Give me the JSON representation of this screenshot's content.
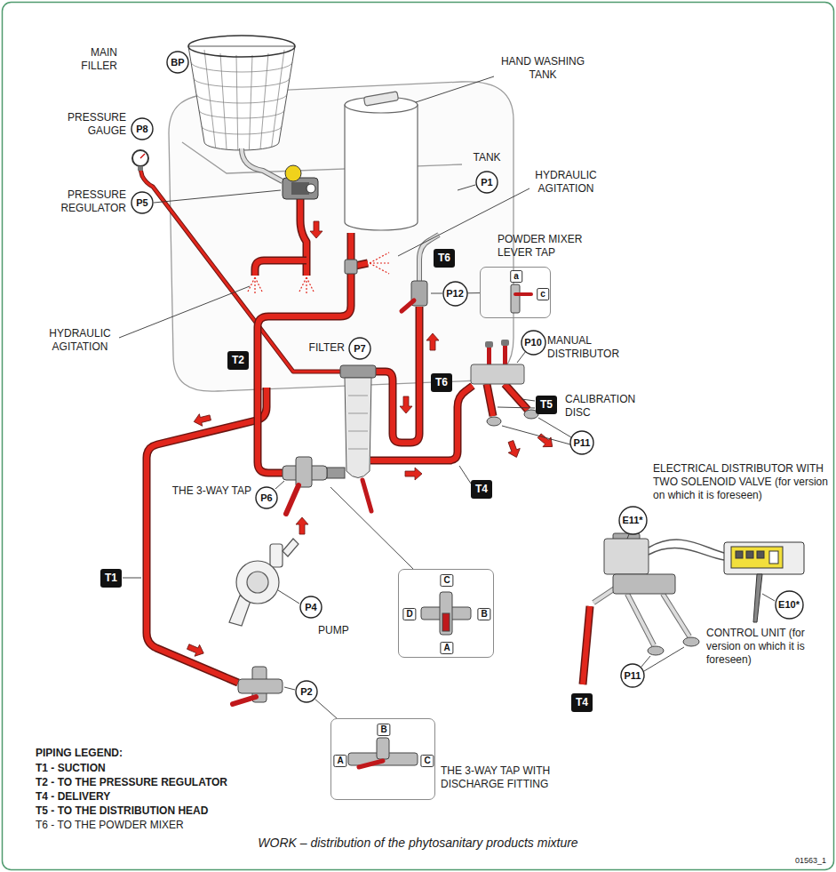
{
  "diagram": {
    "caption": "WORK – distribution of the phytosanitary products mixture",
    "nodes": [
      {
        "text": [
          "BP"
        ]
      },
      {
        "text": [
          "P8"
        ]
      },
      {
        "text": [
          "P1"
        ]
      },
      {
        "text": [
          "P5"
        ]
      },
      {
        "text": [
          "T6"
        ]
      },
      {
        "text": [
          "P12"
        ]
      },
      {
        "text": [
          "a",
          "c"
        ]
      },
      {
        "text": [
          "T6"
        ]
      },
      {
        "text": [
          "T2"
        ]
      },
      {
        "text": [
          "P7"
        ]
      },
      {
        "text": [
          "P10"
        ]
      },
      {
        "text": [
          "T5"
        ]
      },
      {
        "text": [
          "P11"
        ]
      },
      {
        "text": [
          "P6"
        ]
      },
      {
        "text": [
          "T4"
        ]
      },
      {
        "text": [
          "E11*"
        ]
      },
      {
        "text": [
          "E10*"
        ]
      },
      {
        "text": [
          "C",
          "D",
          "B",
          "A"
        ]
      },
      {
        "text": [
          "T1"
        ]
      },
      {
        "text": [
          "P4"
        ]
      },
      {
        "text": [
          "P11"
        ]
      },
      {
        "text": [
          "T4"
        ]
      },
      {
        "text": [
          "P2"
        ]
      },
      {
        "text": [
          "B",
          "A",
          "C"
        ]
      }
    ],
    "edges": [
      {
        "from": 5,
        "to": 6,
        "arrow": "none"
      },
      {
        "from": 22,
        "to": 23,
        "arrow": "none"
      }
    ],
    "labels": [
      "MAIN FILLER",
      "HAND WASHING TANK",
      "TANK",
      "PRESSURE GAUGE",
      "PRESSURE REGULATOR",
      "HYDRAULIC AGITATION",
      "POWDER MIXER LEVER TAP",
      "MANUAL DISTRIBUTOR",
      "HYDRAULIC AGITATION",
      "FILTER",
      "CALIBRATION DISC",
      "THE 3-WAY TAP",
      "ELECTRICAL DISTRIBUTOR WITH TWO SOLENOID VALVE (for version on which it is foreseen)",
      "PUMP",
      "CONTROL UNIT (for version on which it is foreseen)",
      "THE 3-WAY TAP WITH DISCHARGE FITTING",
      "PIPING LEGEND:",
      "01563_1"
    ],
    "legend": [
      {
        "text": "T1 - SUCTION"
      },
      {
        "text": "T2 - TO THE PRESSURE REGULATOR"
      },
      {
        "text": "T4 - DELIVERY"
      },
      {
        "text": "T5 - TO THE DISTRIBUTION HEAD"
      },
      {
        "text": "T6 - TO THE POWDER MIXER"
      }
    ]
  }
}
